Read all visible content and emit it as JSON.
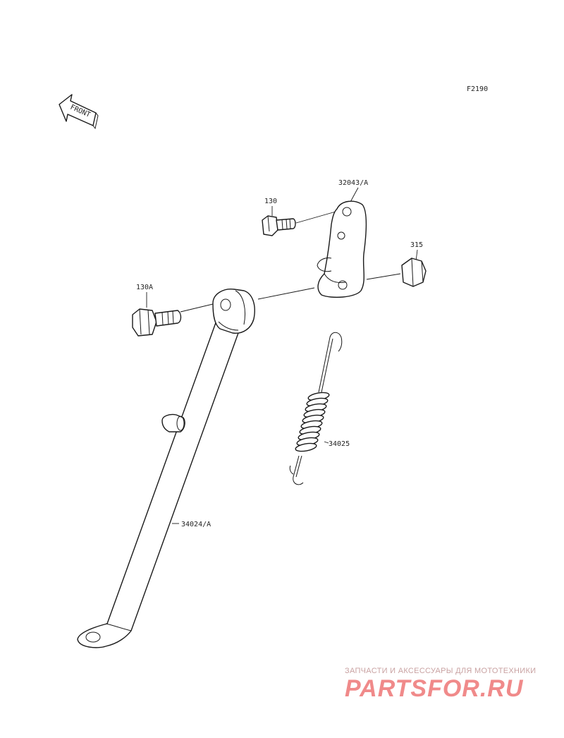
{
  "figure_code": "F2190",
  "front_arrow_text": "FRONT",
  "callouts": {
    "bracket": "32043/A",
    "bolt_upper": "130",
    "nut": "315",
    "bolt_lower": "130A",
    "spring": "34025",
    "stand": "34024/A"
  },
  "watermark": {
    "caption": "ЗАПЧАСТИ И АКСЕССУАРЫ ДЛЯ МОТОТЕХНИКИ",
    "brand": "PARTSFOR.RU"
  }
}
